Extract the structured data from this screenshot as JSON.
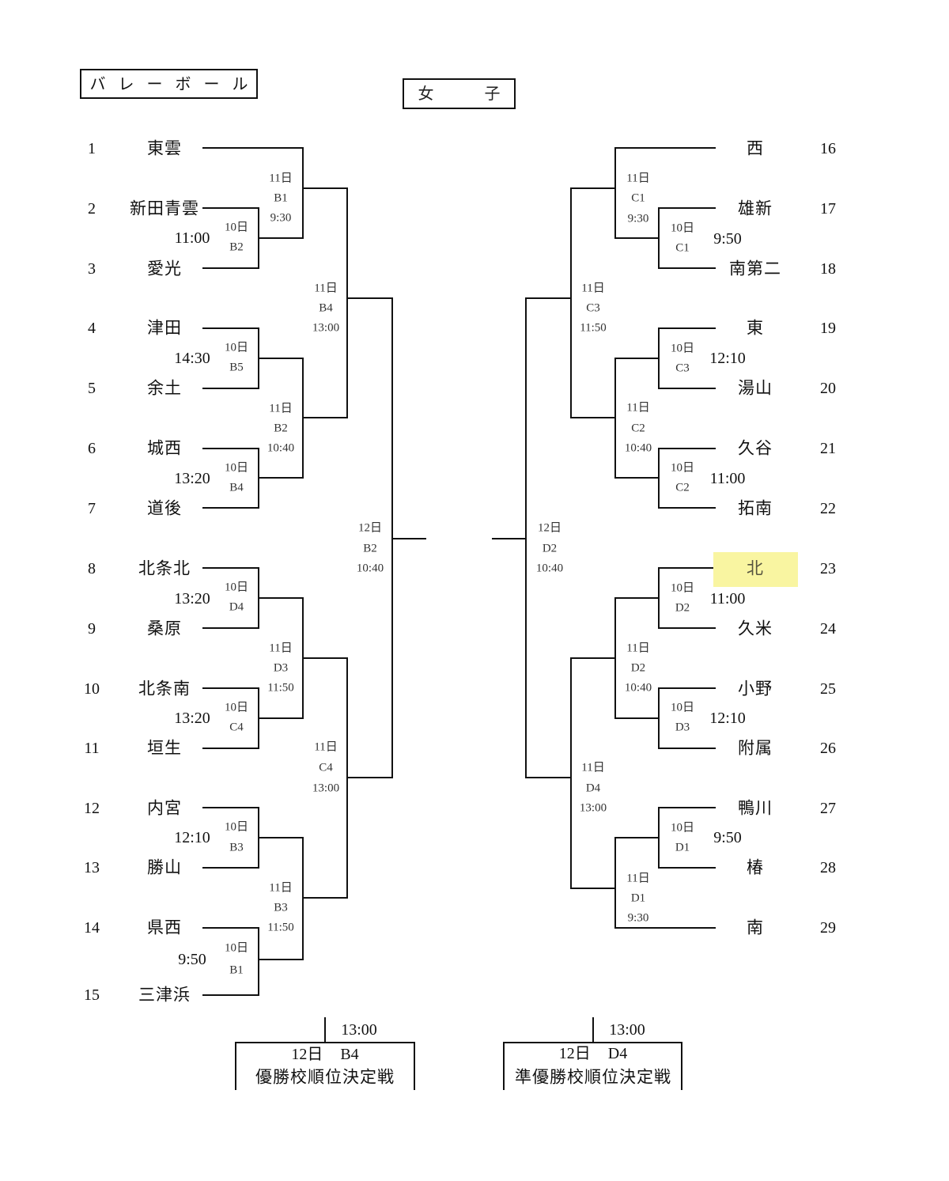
{
  "header": {
    "sport": "バレーボール",
    "division": "女子"
  },
  "highlight_color": "#f9f5a1",
  "left": {
    "teams": [
      {
        "no": "1",
        "name": "東雲"
      },
      {
        "no": "2",
        "name": "新田青雲"
      },
      {
        "no": "3",
        "name": "愛光"
      },
      {
        "no": "4",
        "name": "津田"
      },
      {
        "no": "5",
        "name": "余土"
      },
      {
        "no": "6",
        "name": "城西"
      },
      {
        "no": "7",
        "name": "道後"
      },
      {
        "no": "8",
        "name": "北条北"
      },
      {
        "no": "9",
        "name": "桑原"
      },
      {
        "no": "10",
        "name": "北条南"
      },
      {
        "no": "11",
        "name": "垣生"
      },
      {
        "no": "12",
        "name": "内宮"
      },
      {
        "no": "13",
        "name": "勝山"
      },
      {
        "no": "14",
        "name": "県西"
      },
      {
        "no": "15",
        "name": "三津浜"
      }
    ],
    "round1": [
      {
        "day": "10日",
        "code": "B2",
        "time": "11:00"
      },
      {
        "day": "10日",
        "code": "B5",
        "time": "14:30"
      },
      {
        "day": "10日",
        "code": "B4",
        "time": "13:20"
      },
      {
        "day": "10日",
        "code": "D4",
        "time": "13:20"
      },
      {
        "day": "10日",
        "code": "C4",
        "time": "13:20"
      },
      {
        "day": "10日",
        "code": "B3",
        "time": "12:10"
      },
      {
        "day": "10日",
        "code": "B1",
        "time": "9:50"
      }
    ],
    "round2": [
      {
        "day": "11日",
        "code": "B1",
        "time": "9:30"
      },
      {
        "day": "11日",
        "code": "B2",
        "time": "10:40"
      },
      {
        "day": "11日",
        "code": "D3",
        "time": "11:50"
      },
      {
        "day": "11日",
        "code": "B3",
        "time": "11:50"
      }
    ],
    "round3": [
      {
        "day": "11日",
        "code": "B4",
        "time": "13:00"
      },
      {
        "day": "11日",
        "code": "C4",
        "time": "13:00"
      }
    ],
    "semifinal": {
      "day": "12日",
      "code": "B2",
      "time": "10:40"
    }
  },
  "right": {
    "teams": [
      {
        "no": "16",
        "name": "西"
      },
      {
        "no": "17",
        "name": "雄新"
      },
      {
        "no": "18",
        "name": "南第二"
      },
      {
        "no": "19",
        "name": "東"
      },
      {
        "no": "20",
        "name": "湯山"
      },
      {
        "no": "21",
        "name": "久谷"
      },
      {
        "no": "22",
        "name": "拓南"
      },
      {
        "no": "23",
        "name": "北",
        "highlighted": true
      },
      {
        "no": "24",
        "name": "久米"
      },
      {
        "no": "25",
        "name": "小野"
      },
      {
        "no": "26",
        "name": "附属"
      },
      {
        "no": "27",
        "name": "鴨川"
      },
      {
        "no": "28",
        "name": "椿"
      },
      {
        "no": "29",
        "name": "南"
      }
    ],
    "round1": [
      {
        "day": "10日",
        "code": "C1",
        "time": "9:50"
      },
      {
        "day": "10日",
        "code": "C3",
        "time": "12:10"
      },
      {
        "day": "10日",
        "code": "C2",
        "time": "11:00"
      },
      {
        "day": "10日",
        "code": "D2",
        "time": "11:00"
      },
      {
        "day": "10日",
        "code": "D3",
        "time": "12:10"
      },
      {
        "day": "10日",
        "code": "D1",
        "time": "9:50"
      }
    ],
    "round2": [
      {
        "day": "11日",
        "code": "C1",
        "time": "9:30"
      },
      {
        "day": "11日",
        "code": "C2",
        "time": "10:40"
      },
      {
        "day": "11日",
        "code": "D2",
        "time": "10:40"
      },
      {
        "day": "11日",
        "code": "D1",
        "time": "9:30"
      }
    ],
    "round3": [
      {
        "day": "11日",
        "code": "C3",
        "time": "11:50"
      },
      {
        "day": "11日",
        "code": "D4",
        "time": "13:00"
      }
    ],
    "semifinal": {
      "day": "12日",
      "code": "D2",
      "time": "10:40"
    }
  },
  "placement_matches": [
    {
      "time": "13:00",
      "day": "12日",
      "code": "B4",
      "title": "優勝校順位決定戦"
    },
    {
      "time": "13:00",
      "day": "12日",
      "code": "D4",
      "title": "準優勝校順位決定戦"
    }
  ]
}
